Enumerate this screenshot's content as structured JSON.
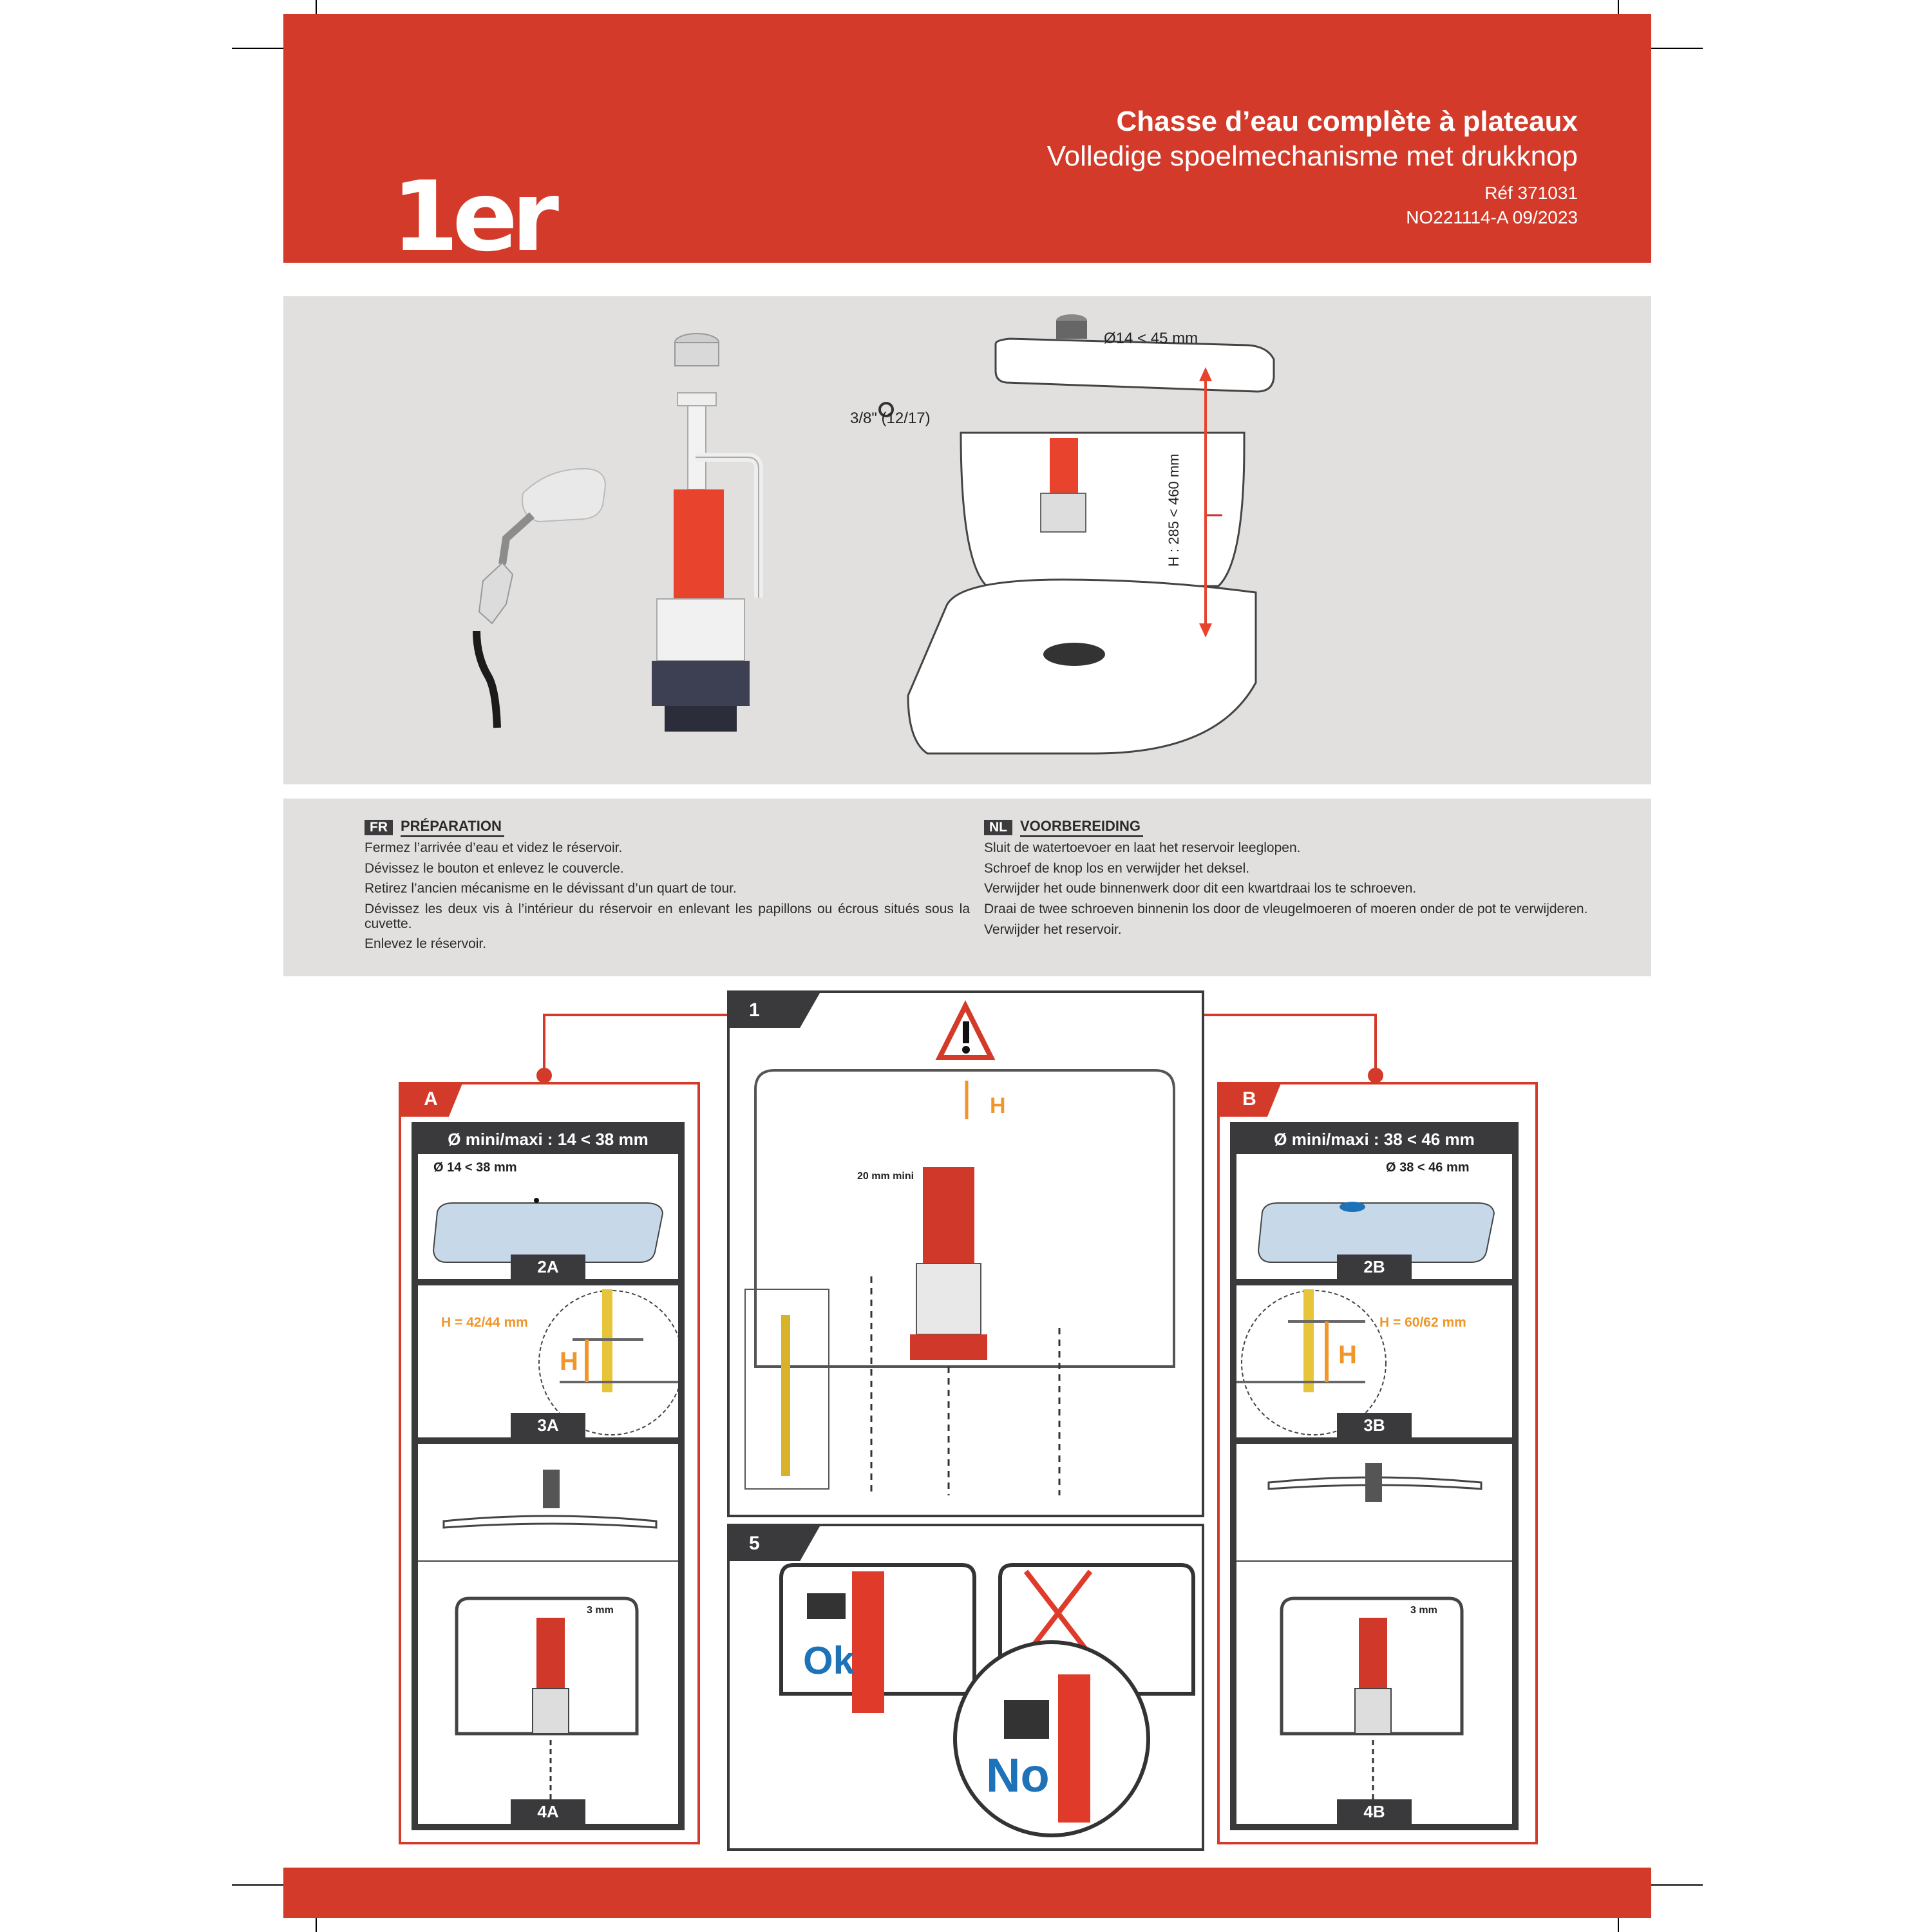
{
  "header": {
    "logo": "1er",
    "title_fr": "Chasse d’eau complète à plateaux",
    "title_nl": "Volledige spoelmechanisme met drukknop",
    "ref": "Réf 371031",
    "doc_code": "NO221114-A 09/2023"
  },
  "hero": {
    "diameter_label": "Ø14 < 45 mm",
    "thread_label": "3/8\" (12/17)",
    "height_label": "H : 285 < 460 mm"
  },
  "preparation": {
    "fr": {
      "lang": "FR",
      "heading": "PRÉPARATION",
      "steps": [
        "Fermez l’arrivée d’eau et videz le réservoir.",
        "Dévissez le bouton et enlevez le couvercle.",
        "Retirez l’ancien mécanisme en le dévissant d’un quart de tour.",
        "Dévissez les deux vis à l’intérieur du réservoir en enlevant les papillons ou écrous situés sous la cuvette.",
        "Enlevez le réservoir."
      ]
    },
    "nl": {
      "lang": "NL",
      "heading": "VOORBEREIDING",
      "steps": [
        "Sluit de watertoevoer en laat het reservoir leeglopen.",
        "Schroef de knop los en verwijder het deksel.",
        "Verwijder het oude binnenwerk door dit een kwartdraai los te schroeven.",
        "Draai de twee schroeven binnenin los door de vleugelmoeren of moeren onder de pot te verwijderen.",
        "Verwijder het reservoir."
      ]
    }
  },
  "step1": {
    "number": "1",
    "h_label": "H",
    "min_label": "20 mm mini"
  },
  "step5": {
    "number": "5",
    "ok_label": "Ok",
    "no_label": "No"
  },
  "panel_a": {
    "tab": "A",
    "header": "Ø mini/maxi : 14 < 38 mm",
    "hole_label": "Ø 14 < 38 mm",
    "label_2": "2A",
    "h_value": "H = 42/44 mm",
    "h_letter": "H",
    "label_3": "3A",
    "gap_label": "3 mm",
    "label_4": "4A"
  },
  "panel_b": {
    "tab": "B",
    "header": "Ø mini/maxi : 38 < 46 mm",
    "hole_label": "Ø 38 < 46 mm",
    "label_2": "2B",
    "h_value": "H = 60/62 mm",
    "h_letter": "H",
    "label_3": "3B",
    "gap_label": "3 mm",
    "label_4": "4B"
  },
  "colors": {
    "brand_red": "#d33a2a",
    "panel_grey": "#e1e0df",
    "dark": "#3a3a3c",
    "orange": "#f0962a",
    "blue": "#1d72b8"
  }
}
